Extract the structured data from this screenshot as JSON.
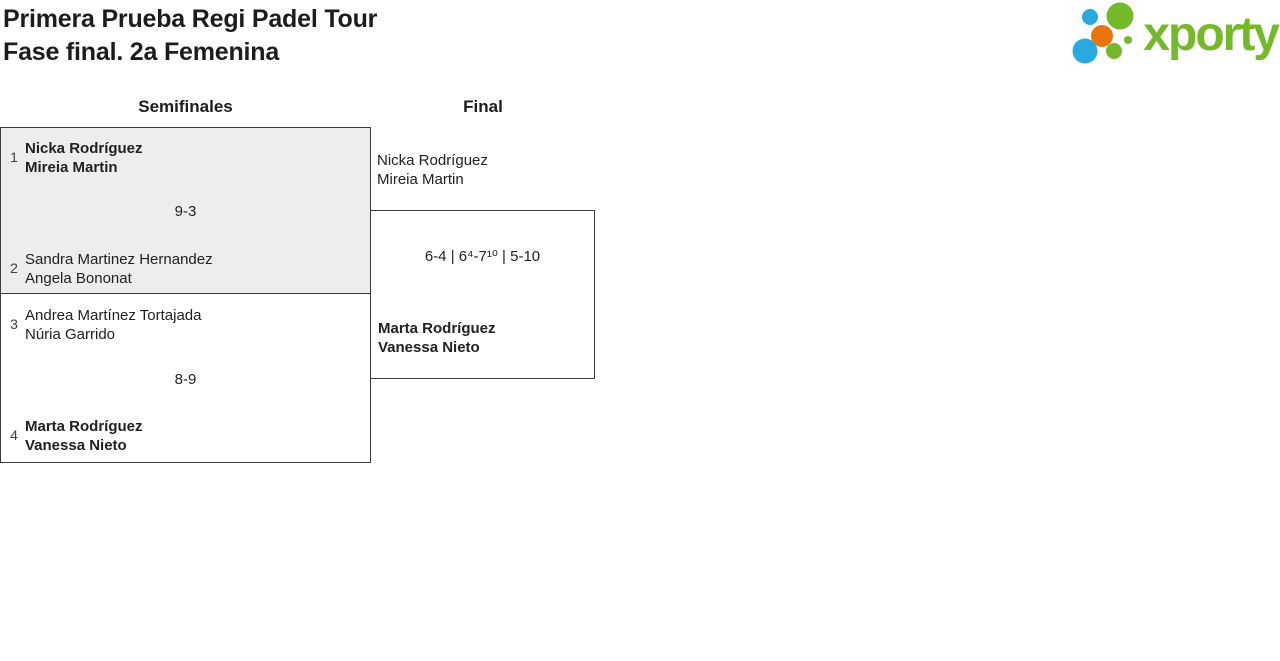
{
  "header": {
    "title_line1": "Primera Prueba Regi Padel Tour",
    "title_line2": "Fase final. 2a Femenina",
    "logo_text": "xporty"
  },
  "colors": {
    "logo_green": "#74b929",
    "logo_blue": "#29a9e0",
    "logo_orange": "#e8750e",
    "match_alt_background": "#ededed",
    "box_border": "#3c3c3c"
  },
  "bracket": {
    "semifinales": {
      "label": "Semifinales",
      "match1": {
        "seed_top": "1",
        "team_top_line1": "Nicka Rodríguez",
        "team_top_line2": "Mireia Martin",
        "score": "9-3",
        "seed_bottom": "2",
        "team_bottom_line1": "Sandra Martinez Hernandez",
        "team_bottom_line2": "Angela Bononat"
      },
      "match2": {
        "seed_top": "3",
        "team_top_line1": "Andrea Martínez Tortajada",
        "team_top_line2": "Núria Garrido",
        "score": "8-9",
        "seed_bottom": "4",
        "team_bottom_line1": "Marta Rodríguez",
        "team_bottom_line2": "Vanessa Nieto"
      }
    },
    "final": {
      "label": "Final",
      "team_top_line1": "Nicka Rodríguez",
      "team_top_line2": "Mireia Martin",
      "score": "6-4 | 6⁴-7¹⁰ | 5-10",
      "team_bottom_line1": "Marta Rodríguez",
      "team_bottom_line2": "Vanessa Nieto"
    }
  }
}
